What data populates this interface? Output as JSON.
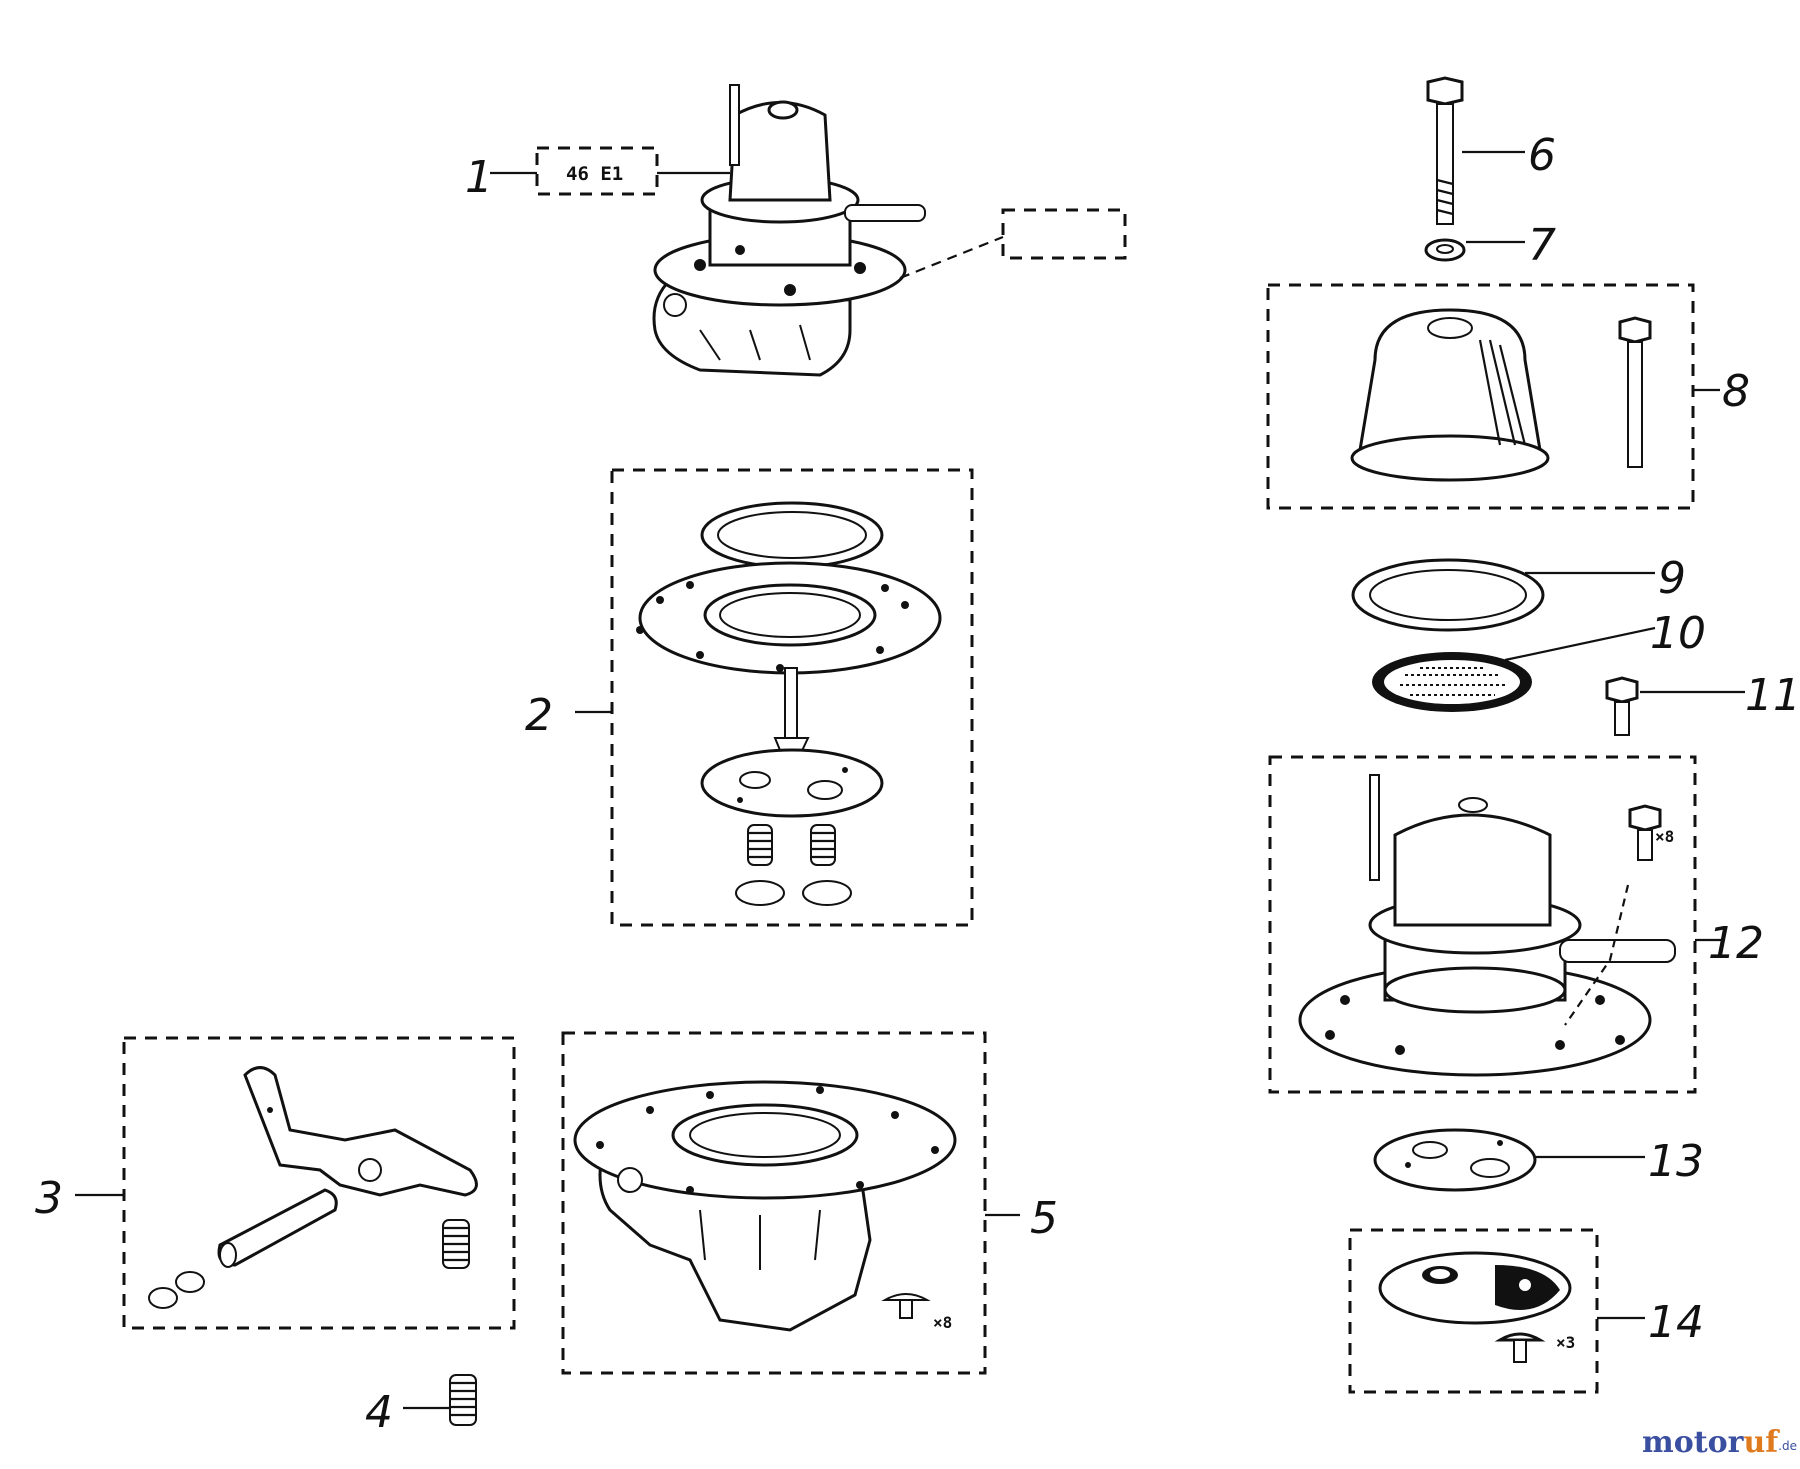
{
  "callouts": [
    "1",
    "2",
    "3",
    "4",
    "5",
    "6",
    "7",
    "8",
    "9",
    "10",
    "11",
    "12",
    "13",
    "14"
  ],
  "part1_tag": "46 E1",
  "qty_labels": {
    "part5": "×8",
    "part12": "×8",
    "part14": "×3"
  },
  "watermark": {
    "brand_a": "motor",
    "brand_b": "uf",
    "suffix": ".de"
  },
  "colors": {
    "ink": "#111111",
    "watermark_blue": "#3b4fa0",
    "watermark_orange": "#e07a1e"
  }
}
